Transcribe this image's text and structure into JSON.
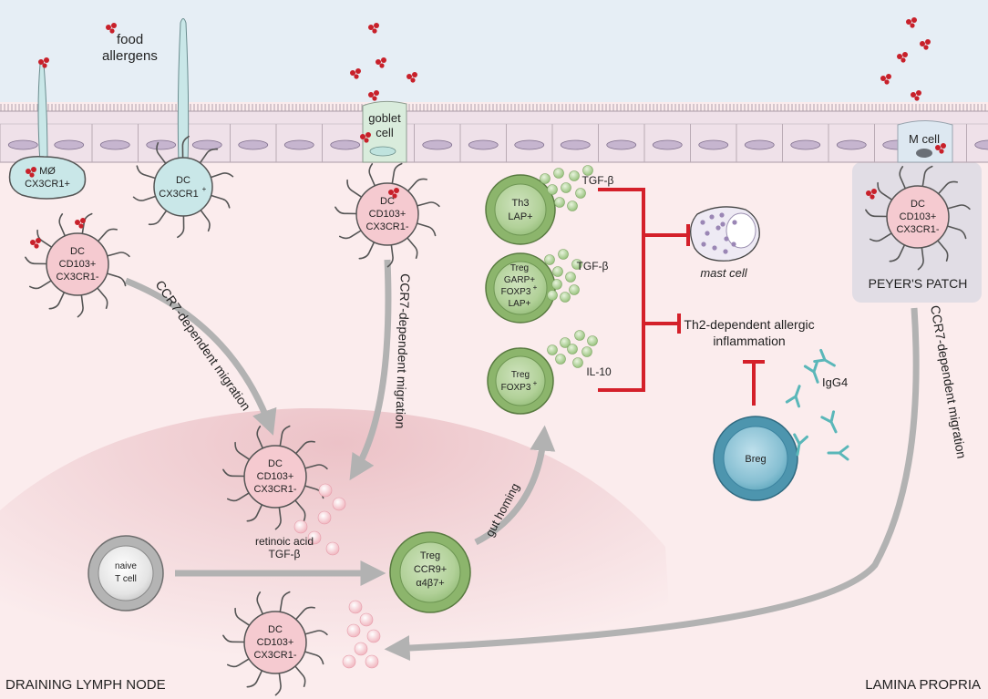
{
  "labels": {
    "food_allergens_line1": "food",
    "food_allergens_line2": "allergens",
    "goblet_line1": "goblet",
    "goblet_line2": "cell",
    "m_cell": "M cell",
    "macrophage_line1": "MØ",
    "macrophage_line2": "CX3CR1+",
    "dc_villus_line1": "DC",
    "dc_villus_line2": "CX3CR1",
    "dc_villus_sup": "+",
    "dc_line1": "DC",
    "dc_line2": "CD103+",
    "dc_line3": "CX3CR1-",
    "ccr7_migration": "CCR7-dependent migration",
    "retinoic_acid": "retinoic acid",
    "tgf_beta": "TGF-β",
    "naive_line1": "naive",
    "naive_line2": "T cell",
    "treg_ccr9_line1": "Treg",
    "treg_ccr9_line2": "CCR9+",
    "treg_ccr9_line3": "α4β7+",
    "gut_homing": "gut homing",
    "th3_line1": "Th3",
    "th3_line2": "LAP+",
    "treg_garp_line1": "Treg",
    "treg_garp_line2": "GARP+",
    "treg_garp_line3": "FOXP3",
    "treg_garp_sup": "+",
    "treg_garp_line4": "LAP+",
    "treg_foxp3_line1": "Treg",
    "treg_foxp3_line2": "FOXP3",
    "treg_foxp3_sup": "+",
    "il10": "IL-10",
    "mast_cell": "mast cell",
    "th2_line1": "Th2-dependent allergic",
    "th2_line2": "inflammation",
    "igg4": "IgG4",
    "breg": "Breg",
    "peyers_patch": "PEYER'S PATCH",
    "draining_lymph_node": "DRAINING LYMPH NODE",
    "lamina_propria": "LAMINA PROPRIA"
  },
  "colors": {
    "lumen": "#e6eef5",
    "tissue": "#fbeced",
    "epithelium": "#eee0e8",
    "dc_fill": "#f5cad0",
    "cx3cr1_fill": "#c9e7e8",
    "treg_fill": "#8cb56c",
    "breg_fill": "#4d95ae",
    "naive_fill": "#b4b4b4",
    "inhibition_red": "#d4202a",
    "arrow_grey": "#b5b5b5",
    "allergen_red": "#c8202a",
    "igg4_teal": "#5ab7b9"
  }
}
